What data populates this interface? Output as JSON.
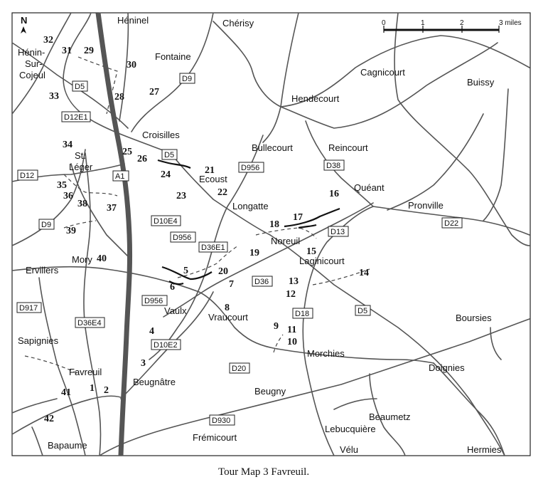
{
  "caption": "Tour Map 3  Favreuil.",
  "north": "N",
  "scale": {
    "labels": [
      "0",
      "1",
      "2",
      "3 miles"
    ]
  },
  "places": {
    "heninel": "Héninel",
    "cherisy": "Chérisy",
    "henin_1": "Hénin-",
    "henin_2": "Sur-",
    "henin_3": "Cojeul",
    "fontaine": "Fontaine",
    "cagnicourt": "Cagnicourt",
    "buissy": "Buissy",
    "hendecourt": "Hendecourt",
    "croisilles": "Croisilles",
    "bullecourt": "Bullecourt",
    "reincourt": "Reincourt",
    "st_leger_1": "St.",
    "st_leger_2": "Léger",
    "ecoust": "Ecoust",
    "queant": "Quéant",
    "pronville": "Pronville",
    "longatte": "Longatte",
    "noreuil": "Noreuil",
    "laginicourt": "Laginicourt",
    "mory": "Mory",
    "ervillers": "Ervillers",
    "vaulx": "Vaulx",
    "vraucourt": "Vraucourt",
    "boursies": "Boursies",
    "sapignies": "Sapignies",
    "morchies": "Morchies",
    "favreuil": "Favreuil",
    "doignies": "Doignies",
    "beugnatre": "Beugnâtre",
    "beugny": "Beugny",
    "beaumetz": "Beaumetz",
    "lebucquiere": "Lebucquière",
    "fremicourt": "Frémicourt",
    "bapaume": "Bapaume",
    "velu": "Vélu",
    "hermies": "Hermies"
  },
  "roads": {
    "d5_a": "D5",
    "d9_a": "D9",
    "d12e1": "D12E1",
    "d5_b": "D5",
    "d956_a": "D956",
    "d38": "D38",
    "d12": "D12",
    "a1": "A1",
    "d9_b": "D9",
    "d10e4": "D10E4",
    "d13": "D13",
    "d22": "D22",
    "d956_b": "D956",
    "d36e1": "D36E1",
    "d36": "D36",
    "d917": "D917",
    "d956_c": "D956",
    "d18": "D18",
    "d5_c": "D5",
    "d36e4": "D36E4",
    "d10e2": "D10E2",
    "d20": "D20",
    "d930": "D930"
  },
  "stops": {
    "s1": "1",
    "s2": "2",
    "s3": "3",
    "s4": "4",
    "s5": "5",
    "s6": "6",
    "s7": "7",
    "s8": "8",
    "s9": "9",
    "s10": "10",
    "s11": "11",
    "s12": "12",
    "s13": "13",
    "s14": "14",
    "s15": "15",
    "s16": "16",
    "s17": "17",
    "s18": "18",
    "s19": "19",
    "s20": "20",
    "s21": "21",
    "s22": "22",
    "s23": "23",
    "s24": "24",
    "s25": "25",
    "s26": "26",
    "s27": "27",
    "s28": "28",
    "s29": "29",
    "s30": "30",
    "s31": "31",
    "s32": "32",
    "s33": "33",
    "s34": "34",
    "s35": "35",
    "s36": "36",
    "s37": "37",
    "s38": "38",
    "s39": "39",
    "s40": "40",
    "s41": "41",
    "s42": "42"
  }
}
